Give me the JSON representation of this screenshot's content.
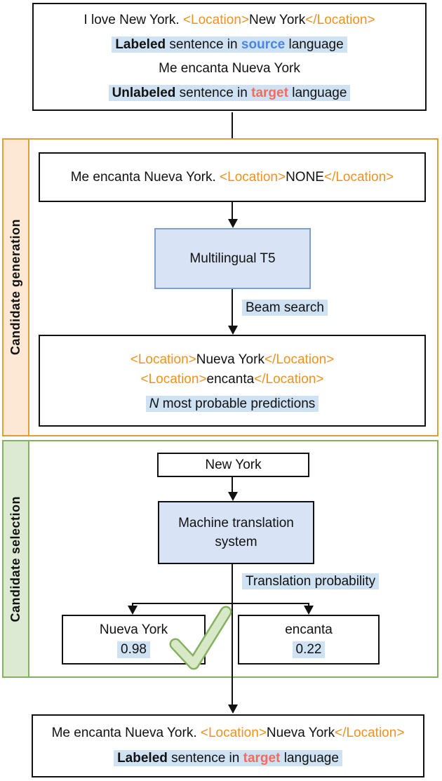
{
  "colors": {
    "tag_orange": "#ee9223",
    "highlight_blue": "#cfe2f3",
    "source_blue": "#4a86e8",
    "target_red": "#ee6d60",
    "model_box_blue": "#d8e4f6",
    "generation_border": "#d9a333",
    "generation_fill": "#fce8d5",
    "selection_border": "#85b061",
    "selection_fill": "#dcead4",
    "check_green": "#d7e9c6"
  },
  "top_box": {
    "line1": {
      "pre": "I love New York. ",
      "tag_open": "<Location>",
      "entity": "New York",
      "tag_close": "</Location>"
    },
    "line2": {
      "bold": "Labeled",
      "mid": " sentence in ",
      "accent": "source",
      "post": " language"
    },
    "line3": "Me encanta Nueva York",
    "line4": {
      "bold": "Unlabeled",
      "mid": " sentence in ",
      "accent": "target",
      "post": " language"
    }
  },
  "generation": {
    "label": "Candidate generation",
    "input": {
      "pre": "Me encanta Nueva York. ",
      "tag_open": "<Location>",
      "entity": "NONE",
      "tag_close": "</Location>"
    },
    "model": "Multilingual T5",
    "edge_label": "Beam search",
    "predictions": {
      "items": [
        {
          "tag_open": "<Location>",
          "entity": "Nueva York",
          "tag_close": "</Location>"
        },
        {
          "tag_open": "<Location>",
          "entity": "encanta",
          "tag_close": "</Location>"
        }
      ],
      "caption_italic": "N",
      "caption_rest": " most probable predictions"
    }
  },
  "selection": {
    "label": "Candidate selection",
    "input": "New York",
    "model": "Machine translation system",
    "edge_label": "Translation probability",
    "candidates": [
      {
        "text": "Nueva York",
        "score": "0.98",
        "selected": true
      },
      {
        "text": "encanta",
        "score": "0.22",
        "selected": false
      }
    ]
  },
  "output_box": {
    "line1": {
      "pre": "Me encanta Nueva York. ",
      "tag_open": "<Location>",
      "entity": "Nueva York",
      "tag_close": "</Location>"
    },
    "line2": {
      "bold": "Labeled",
      "mid": " sentence in ",
      "accent": "target",
      "post": " language"
    }
  }
}
